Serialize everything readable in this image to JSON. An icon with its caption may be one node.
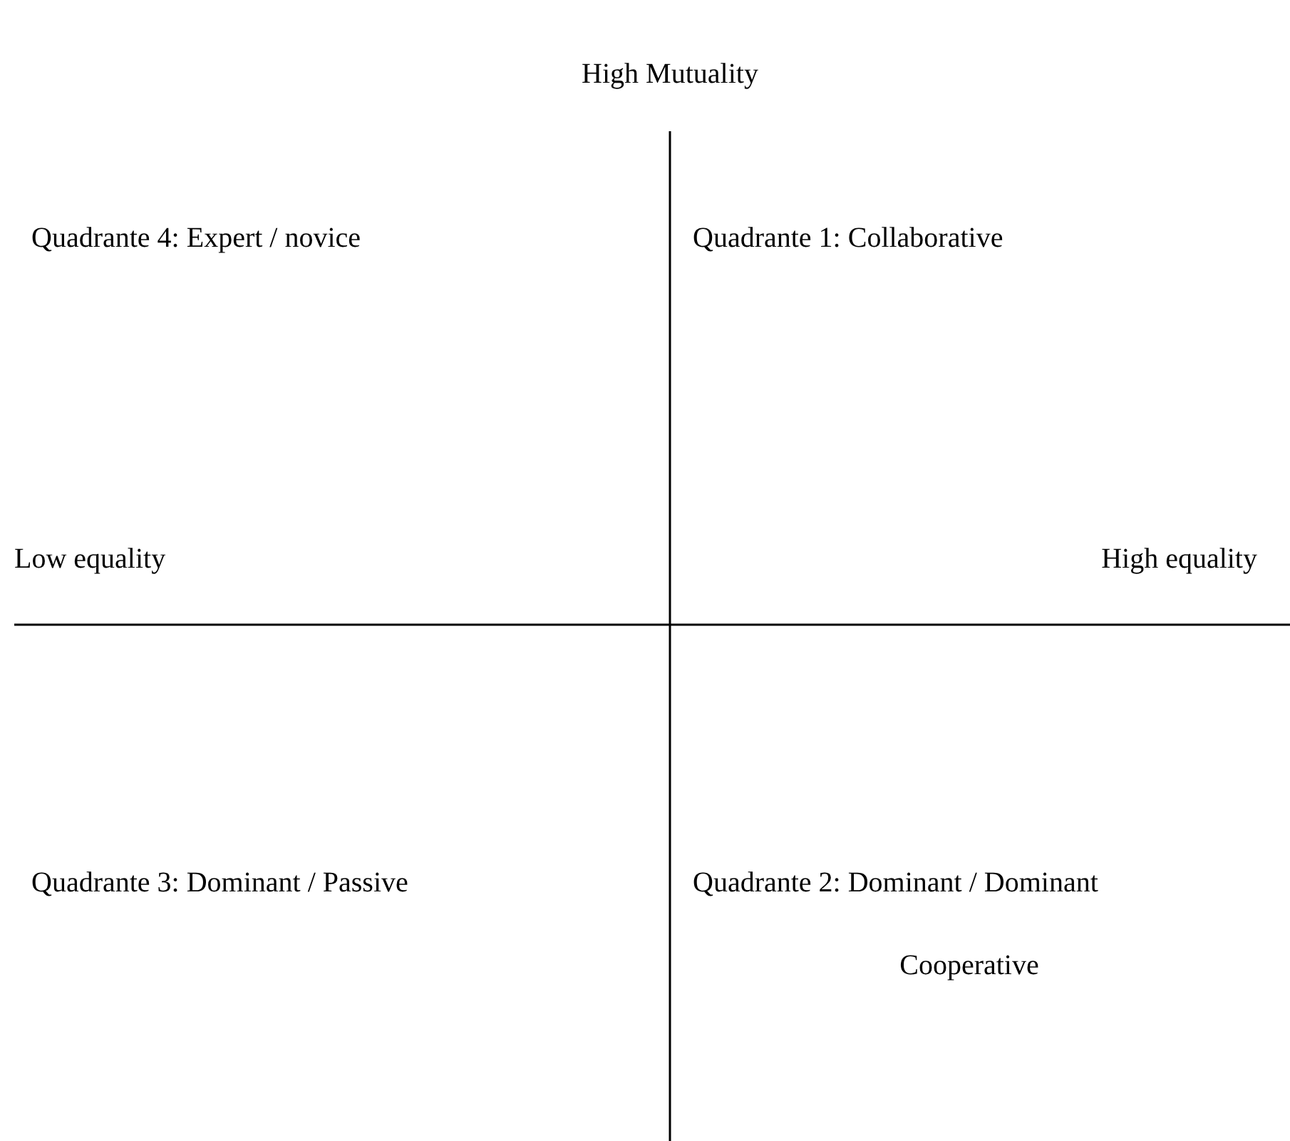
{
  "diagram": {
    "labels": [
      "High Mutuality",
      "Quadrante 4: Expert / novice",
      "Quadrante 1: Collaborative",
      "Low equality",
      "High equality",
      "Quadrante 3: Dominant / Passive",
      "Quadrante 2: Dominant / Dominant",
      "Cooperative"
    ]
  }
}
